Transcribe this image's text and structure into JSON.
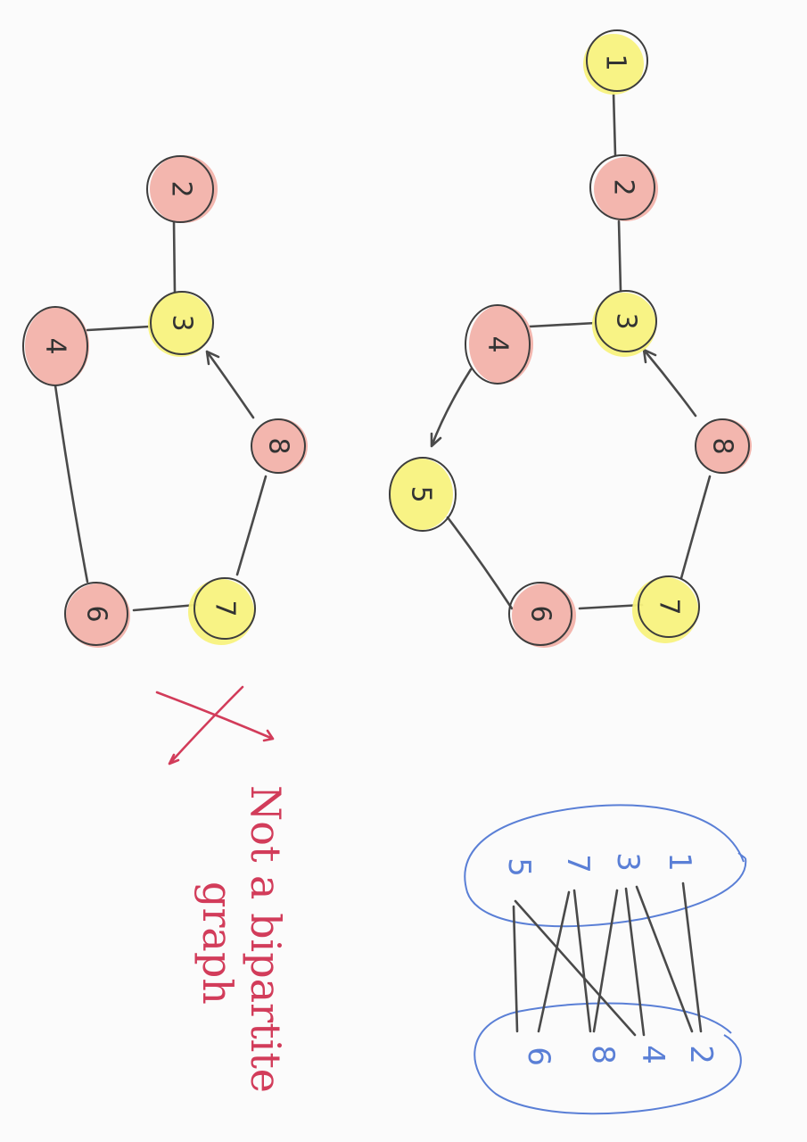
{
  "colors": {
    "red_node": "#f2b2aa",
    "yellow_node": "#f8f27e",
    "ink": "#3d3d3d",
    "note": "#d23c5a",
    "blue": "#5a7fd6"
  },
  "graph_left": {
    "nodes": [
      {
        "id": "2",
        "label": "2",
        "color": "red"
      },
      {
        "id": "3",
        "label": "3",
        "color": "yellow"
      },
      {
        "id": "4",
        "label": "4",
        "color": "red"
      },
      {
        "id": "8",
        "label": "8",
        "color": "red"
      },
      {
        "id": "6",
        "label": "6",
        "color": "red"
      },
      {
        "id": "7",
        "label": "7",
        "color": "yellow"
      }
    ],
    "edges": [
      [
        "2",
        "3"
      ],
      [
        "3",
        "4"
      ],
      [
        "3",
        "8"
      ],
      [
        "4",
        "6"
      ],
      [
        "6",
        "7"
      ],
      [
        "7",
        "8"
      ]
    ]
  },
  "graph_right": {
    "nodes": [
      {
        "id": "1",
        "label": "1",
        "color": "yellow"
      },
      {
        "id": "2",
        "label": "2",
        "color": "red"
      },
      {
        "id": "3",
        "label": "3",
        "color": "yellow"
      },
      {
        "id": "4",
        "label": "4",
        "color": "red"
      },
      {
        "id": "8",
        "label": "8",
        "color": "red"
      },
      {
        "id": "5",
        "label": "5",
        "color": "yellow"
      },
      {
        "id": "6",
        "label": "6",
        "color": "red"
      },
      {
        "id": "7",
        "label": "7",
        "color": "yellow"
      }
    ],
    "edges": [
      [
        "1",
        "2"
      ],
      [
        "2",
        "3"
      ],
      [
        "3",
        "4"
      ],
      [
        "3",
        "8"
      ],
      [
        "4",
        "5"
      ],
      [
        "5",
        "6"
      ],
      [
        "6",
        "7"
      ],
      [
        "7",
        "8"
      ]
    ]
  },
  "note": {
    "line1": "Not a bipartite",
    "line2": "graph",
    "cross_mark": "X"
  },
  "bipartite": {
    "set_a": [
      "1",
      "3",
      "7",
      "5"
    ],
    "set_b": [
      "2",
      "4",
      "8",
      "6"
    ],
    "edges": [
      [
        "1",
        "2"
      ],
      [
        "3",
        "2"
      ],
      [
        "3",
        "4"
      ],
      [
        "3",
        "8"
      ],
      [
        "7",
        "8"
      ],
      [
        "7",
        "6"
      ],
      [
        "5",
        "4"
      ],
      [
        "5",
        "6"
      ]
    ]
  }
}
